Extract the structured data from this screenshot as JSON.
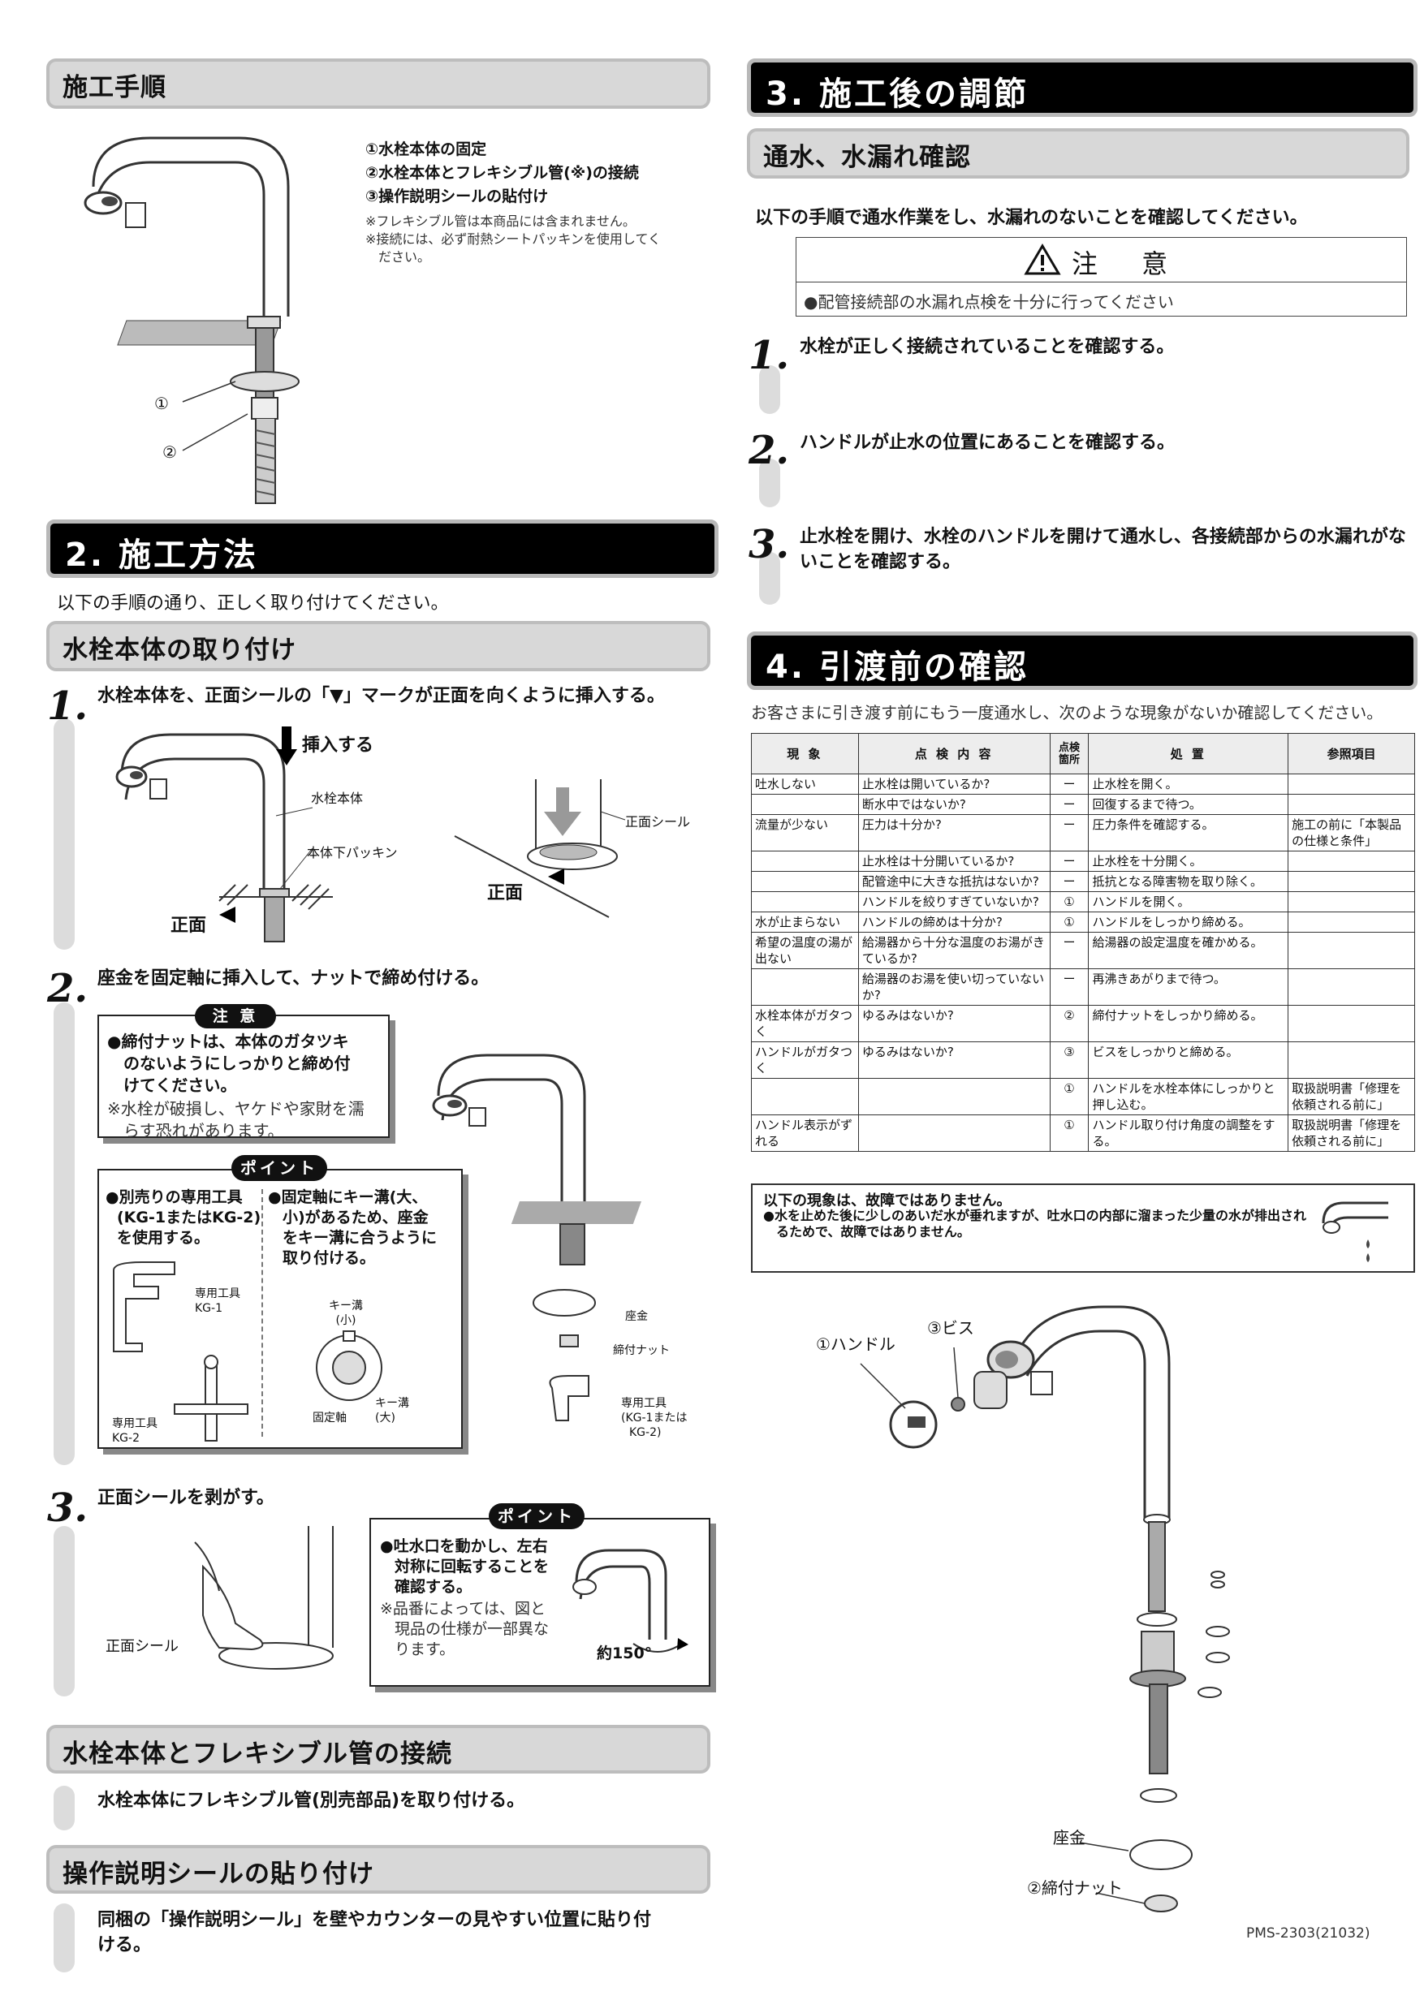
{
  "left": {
    "procedure_header": "施工手順",
    "procedure_items": [
      "①水栓本体の固定",
      "②水栓本体とフレキシブル管(※)の接続",
      "③操作説明シールの貼付け"
    ],
    "procedure_notes": [
      "※フレキシブル管は本商品には含まれません。",
      "※接続には、必ず耐熱シートパッキンを使用してく",
      "ださい。"
    ],
    "proc_callout_1": "①",
    "proc_callout_2": "②",
    "section2_title": "2. 施工方法",
    "section2_intro": "以下の手順の通り、正しく取り付けてください。",
    "mount_header": "水栓本体の取り付け",
    "step1_num": "1.",
    "step1_text": "水栓本体を、正面シールの「▼」マークが正面を向くように挿入する。",
    "step1_insert": "挿入する",
    "step1_label_body": "水栓本体",
    "step1_label_packing": "本体下パッキン",
    "step1_label_front": "正面",
    "step1_label_seal": "正面シール",
    "step1_label_front2": "正面",
    "step2_num": "2.",
    "step2_text": "座金を固定軸に挿入して、ナットで締め付ける。",
    "caution_label": "注 意",
    "caution_lines": [
      "●締付ナットは、本体のガタツキ",
      "のないようにしっかりと締め付",
      "けてください。"
    ],
    "caution_note": [
      "※水栓が破損し、ヤケドや家財を濡",
      "らす恐れがあります。"
    ],
    "point_label": "ポイント",
    "point_a": [
      "●別売りの専用工具",
      "(KG-1またはKG-2)",
      "を使用する。"
    ],
    "point_b": [
      "●固定軸にキー溝(大、",
      "小)があるため、座金",
      "をキー溝に合うように",
      "取り付ける。"
    ],
    "tool_kg1": [
      "専用工具",
      "KG-1"
    ],
    "tool_kg2": [
      "専用工具",
      "KG-2"
    ],
    "key_small": [
      "キー溝",
      "(小)"
    ],
    "key_large": [
      "キー溝",
      "(大)"
    ],
    "fixed_shaft": "固定軸",
    "washer": "座金",
    "nut": "締付ナット",
    "tool_right": [
      "専用工具",
      "(KG-1または",
      "KG-2)"
    ],
    "step3_num": "3.",
    "step3_text": "正面シールを剥がす。",
    "step3_seal": "正面シール",
    "point3_label": "ポイント",
    "point3_lines": [
      "●吐水口を動かし、左右",
      "対称に回転することを",
      "確認する。"
    ],
    "point3_note": [
      "※品番によっては、図と",
      "現品の仕様が一部異な",
      "ります。"
    ],
    "point3_angle": "約150°",
    "flex_header": "水栓本体とフレキシブル管の接続",
    "flex_text": "水栓本体にフレキシブル管(別売部品)を取り付ける。",
    "sticker_header": "操作説明シールの貼り付け",
    "sticker_text": [
      "同梱の「操作説明シール」を壁やカウンターの見やすい位置に貼り付",
      "ける。"
    ]
  },
  "right": {
    "section3_title": "3. 施工後の調節",
    "water_header": "通水、水漏れ確認",
    "water_intro": "以下の手順で通水作業をし、水漏れのないことを確認してください。",
    "warn_title": "注 意",
    "warn_body": "●配管接続部の水漏れ点検を十分に行ってください",
    "steps": [
      {
        "num": "1.",
        "text": "水栓が正しく接続されていることを確認する。"
      },
      {
        "num": "2.",
        "text": "ハンドルが止水の位置にあることを確認する。"
      },
      {
        "num": "3.",
        "text": "止水栓を開け、水栓のハンドルを開けて通水し、各接続部からの水漏れがないことを確認する。"
      }
    ],
    "section4_title": "4. 引渡前の確認",
    "section4_intro": "お客さまに引き渡す前にもう一度通水し、次のような現象がないか確認してください。",
    "table": {
      "headers": [
        "現 象",
        "点 検 内 容",
        "点検箇所",
        "処 置",
        "参照項目"
      ],
      "rows": [
        [
          "吐水しない",
          "止水栓は開いているか?",
          "ー",
          "止水栓を開く。",
          ""
        ],
        [
          "",
          "断水中ではないか?",
          "ー",
          "回復するまで待つ。",
          ""
        ],
        [
          "流量が少ない",
          "圧力は十分か?",
          "ー",
          "圧力条件を確認する。",
          "施工の前に「本製品の仕様と条件」"
        ],
        [
          "",
          "止水栓は十分開いているか?",
          "ー",
          "止水栓を十分開く。",
          ""
        ],
        [
          "",
          "配管途中に大きな抵抗はないか?",
          "ー",
          "抵抗となる障害物を取り除く。",
          ""
        ],
        [
          "",
          "ハンドルを絞りすぎていないか?",
          "①",
          "ハンドルを開く。",
          ""
        ],
        [
          "水が止まらない",
          "ハンドルの締めは十分か?",
          "①",
          "ハンドルをしっかり締める。",
          ""
        ],
        [
          "希望の温度の湯が出ない",
          "給湯器から十分な温度のお湯がきているか?",
          "ー",
          "給湯器の設定温度を確かめる。",
          ""
        ],
        [
          "",
          "給湯器のお湯を使い切っていないか?",
          "ー",
          "再沸きあがりまで待つ。",
          ""
        ],
        [
          "水栓本体がガタつく",
          "ゆるみはないか?",
          "②",
          "締付ナットをしっかり締める。",
          ""
        ],
        [
          "ハンドルがガタつく",
          "ゆるみはないか?",
          "③",
          "ビスをしっかりと締める。",
          ""
        ],
        [
          "",
          "",
          "①",
          "ハンドルを水栓本体にしっかりと押し込む。",
          "取扱説明書「修理を依頼される前に」"
        ],
        [
          "ハンドル表示がずれる",
          "",
          "①",
          "ハンドル取り付け角度の調整をする。",
          "取扱説明書「修理を依頼される前に」"
        ]
      ]
    },
    "notfault_title": "以下の現象は、故障ではありません。",
    "notfault_lines": [
      "●水を止めた後に少しのあいだ水が垂れますが、吐水口の内部に溜まった少量の水が排出され",
      "るためで、故障ではありません。"
    ],
    "exploded_handle": "①ハンドル",
    "exploded_screw": "③ビス",
    "exploded_washer": "座金",
    "exploded_nut": "②締付ナット",
    "doc_code": "PMS-2303(21032)"
  }
}
